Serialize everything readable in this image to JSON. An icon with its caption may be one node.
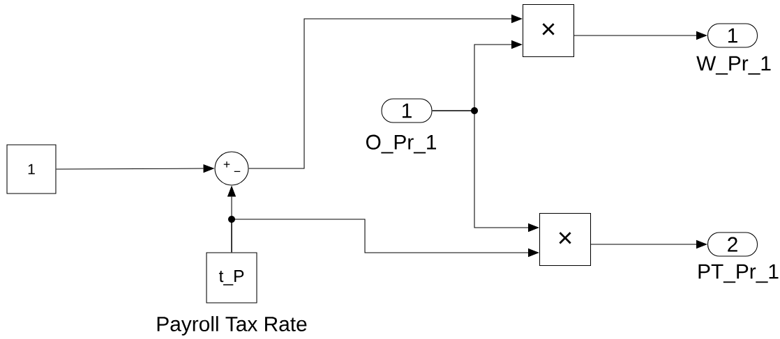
{
  "diagram": {
    "nodes": [
      {
        "text": [
          "1"
        ]
      },
      {
        "text": [
          "+",
          "−"
        ]
      },
      {
        "text": [
          "t_P",
          "Payroll Tax Rate"
        ]
      },
      {
        "text": [
          "1",
          "O_Pr_1"
        ]
      },
      {
        "text": [
          "×"
        ]
      },
      {
        "text": [
          "×"
        ]
      },
      {
        "text": [
          "1",
          "W_Pr_1"
        ]
      },
      {
        "text": [
          "2",
          "PT_Pr_1"
        ]
      }
    ],
    "edges": [
      {
        "from": 0,
        "to": 1,
        "arrow": "to"
      },
      {
        "from": 2,
        "to": 1,
        "arrow": "to"
      },
      {
        "from": 2,
        "to": 5,
        "arrow": "to"
      },
      {
        "from": 1,
        "to": 4,
        "arrow": "to"
      },
      {
        "from": 3,
        "to": 4,
        "arrow": "to"
      },
      {
        "from": 3,
        "to": 5,
        "arrow": "to"
      },
      {
        "from": 4,
        "to": 6,
        "arrow": "to"
      },
      {
        "from": 5,
        "to": 7,
        "arrow": "to"
      }
    ]
  }
}
